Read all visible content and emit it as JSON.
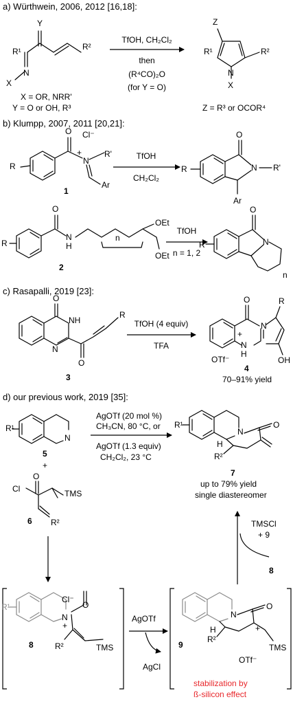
{
  "sections": {
    "a": {
      "header": "a) Würthwein, 2006, 2012 [16,18]:",
      "reagent_top": "TfOH, CH₂Cl₂",
      "reagent_then": "then",
      "reagent_anhydride": "(R⁴CO)₂O",
      "reagent_note": "(for Y = O)",
      "x_def": "X = OR, NRR'",
      "y_def": "Y = O or OH, R³",
      "z_def": "Z = R³ or OCOR⁴",
      "atoms": {
        "Y": "Y",
        "R1": "R¹",
        "R2": "R²",
        "N": "N",
        "X": "X",
        "Z": "Z"
      }
    },
    "b": {
      "header": "b) Klumpp, 2007, 2011 [20,21]:",
      "reagent1_top": "TfOH",
      "reagent1_bottom": "CH₂Cl₂",
      "reagent2_top": "TfOH",
      "reagent2_bottom": "n = 1, 2",
      "compound1": "1",
      "compound2": "2",
      "atoms": {
        "O": "O",
        "Cl": "Cl⁻",
        "plus": "+",
        "N": "N",
        "Rp": "R'",
        "Ar": "Ar",
        "R": "R",
        "H": "H",
        "OEt": "OEt",
        "n": "n"
      }
    },
    "c": {
      "header": "c) Rasapalli, 2019 [23]:",
      "reagent_top": "TfOH (4 equiv)",
      "reagent_bottom": "TFA",
      "compound3": "3",
      "compound4": "4",
      "yield": "70–91% yield",
      "counterion": "OTf⁻",
      "atoms": {
        "O": "O",
        "NH": "NH",
        "N": "N",
        "R": "R",
        "OH": "OH",
        "H": "H",
        "plus": "+"
      }
    },
    "d": {
      "header": "d) our previous work, 2019 [35]:",
      "reagent_line1": "AgOTf  (20 mol %)",
      "reagent_line2": "CH₃CN, 80 °C, or",
      "reagent_line3": "AgOTf  (1.3 equiv)",
      "reagent_line4": "CH₂Cl₂, 23 °C",
      "plus": "+",
      "compound5": "5",
      "compound6": "6",
      "compound7": "7",
      "compound8": "8",
      "compound9": "9",
      "yield": "up to 79% yield",
      "selectivity": "single diastereomer",
      "byproduct1": "TMSCl",
      "byproduct2": "+ 9",
      "recycle": "8",
      "agotf": "AgOTf",
      "agcl": "AgCl",
      "counterion": "OTf⁻",
      "stabilization1": "stabilization by",
      "stabilization2": "ß-silicon effect",
      "atoms": {
        "R1": "R¹",
        "R2": "R²",
        "N": "N",
        "O": "O",
        "Cl": "Cl",
        "Clm": "Cl⁻",
        "TMS": "TMS",
        "H": "H",
        "plus": "+"
      }
    }
  },
  "colors": {
    "ink": "#000000",
    "faded": "#8a8a8a",
    "accent": "#e8262a"
  }
}
